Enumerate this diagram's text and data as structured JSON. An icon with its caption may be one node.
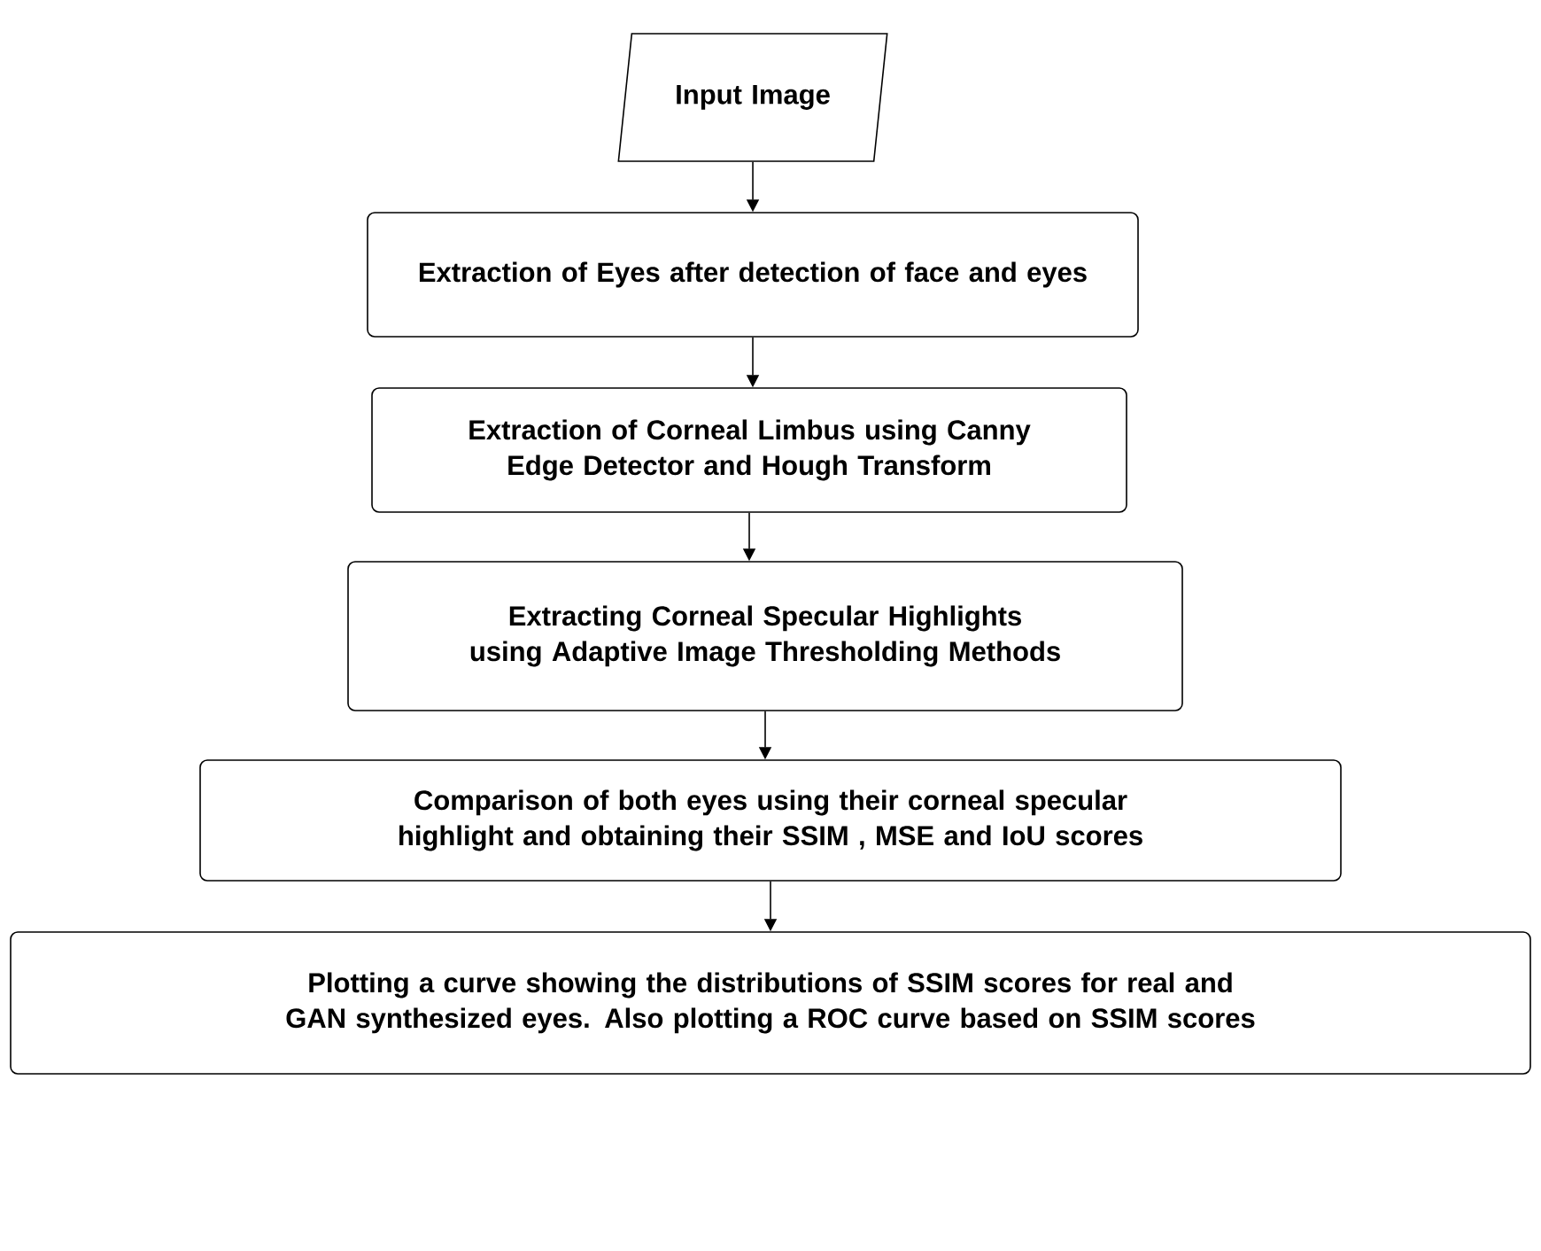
{
  "diagram": {
    "nodes": [
      {
        "text": [
          "Input Image"
        ]
      },
      {
        "text": [
          "Extraction of Eyes after detection of face and eyes"
        ]
      },
      {
        "text": [
          "Extraction of Corneal Limbus using Canny Edge Detector and Hough Transform"
        ]
      },
      {
        "text": [
          "Extracting Corneal Specular Highlights using Adaptive Image Thresholding Methods"
        ]
      },
      {
        "text": [
          "Comparison of both eyes using their corneal specular highlight and obtaining their SSIM , MSE and IoU scores"
        ]
      },
      {
        "text": [
          "Plotting a curve showing the distributions of SSIM scores for real and GAN synthesized eyes. Also plotting a ROC curve based on SSIM scores"
        ]
      }
    ],
    "edges": [
      {
        "from": 0,
        "to": 1,
        "arrow": "to"
      },
      {
        "from": 1,
        "to": 2,
        "arrow": "to"
      },
      {
        "from": 2,
        "to": 3,
        "arrow": "to"
      },
      {
        "from": 3,
        "to": 4,
        "arrow": "to"
      },
      {
        "from": 4,
        "to": 5,
        "arrow": "to"
      }
    ]
  }
}
